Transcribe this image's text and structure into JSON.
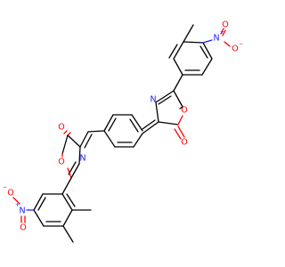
{
  "labels": {
    "o_top_nitro_a": "O",
    "n_top_nitro": "N",
    "plus_top": "+",
    "o_top_nitro_b": "O",
    "minus_top": "−",
    "n_top_ring": "N",
    "o_top_ring": "O",
    "o_top_carbonyl": "O",
    "o_left_carbonyl": "O",
    "n_left_ring": "N",
    "o_left_ring": "O",
    "o_bot_nitro_a": "O",
    "minus_bot": "−",
    "n_bot_nitro": "N",
    "plus_bot": "+",
    "o_bot_nitro_b": "O"
  },
  "colors": {
    "carbon_bond": "#000000",
    "oxygen": "#ff0000",
    "nitrogen": "#1a1aff",
    "background": "#ffffff"
  }
}
